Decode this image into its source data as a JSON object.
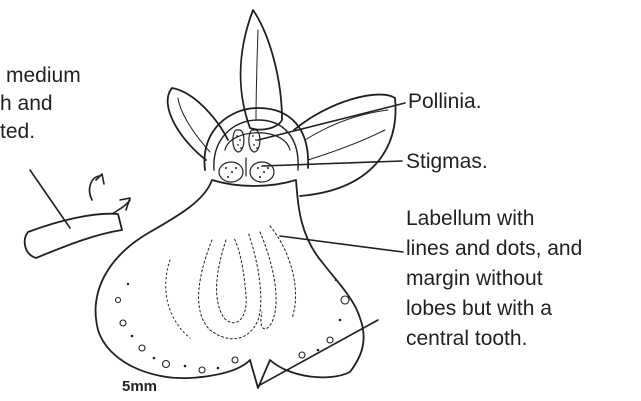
{
  "labels": {
    "ovary_lines": [
      "medium",
      "h and",
      "ted."
    ],
    "pollinia": "Pollinia.",
    "stigmas": "Stigmas.",
    "labellum_lines": [
      "Labellum with",
      "lines and dots, and",
      "margin without",
      "lobes but with a",
      "central tooth."
    ]
  },
  "scale_label": "5mm",
  "colors": {
    "ink": "#231f20",
    "background": "#ffffff"
  }
}
